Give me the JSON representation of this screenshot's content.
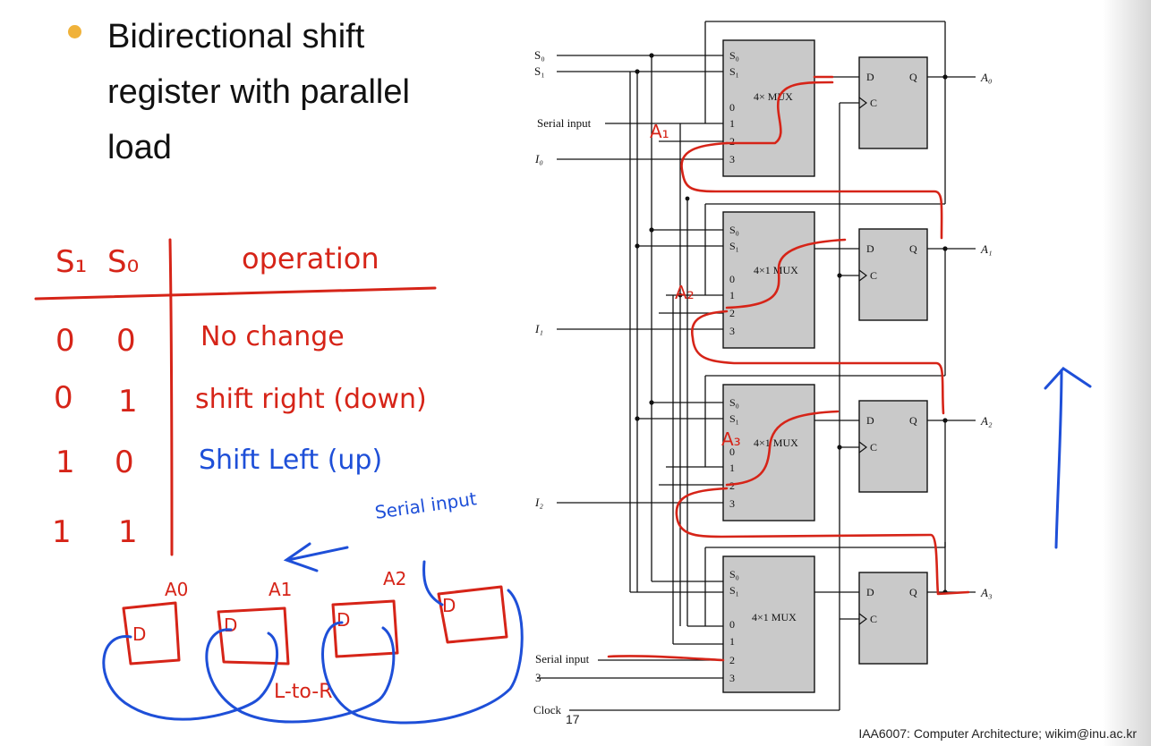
{
  "slide": {
    "bullet": "Bidirectional shift register with parallel load",
    "footer": "IAA6007: Computer Architecture; wikim@inu.ac.kr",
    "page_number": "17"
  },
  "schematic": {
    "inputs": {
      "s0": "S₀",
      "s1": "S₁",
      "serial_input": "Serial input",
      "clock": "Clock"
    },
    "parallel_inputs": [
      "I₀",
      "I₁",
      "I₂",
      "3"
    ],
    "outputs": [
      "A₀",
      "A₁",
      "A₂",
      "A₃"
    ],
    "mux_labels": [
      "4× MUX",
      "4×1 MUX",
      "4×1 MUX",
      "4×1 MUX"
    ],
    "mux_pins": [
      "S₀",
      "S₁",
      "0",
      "1",
      "2",
      "3"
    ],
    "ff_pins": {
      "d": "D",
      "q": "Q",
      "c": "C"
    }
  },
  "annotations": {
    "table_header": {
      "s1": "S₁",
      "s0": "S₀",
      "operation": "operation"
    },
    "table_rows": [
      {
        "s1": "0",
        "s0": "0",
        "operation": "No change"
      },
      {
        "s1": "0",
        "s0": "1",
        "operation": "shift right (down)"
      },
      {
        "s1": "1",
        "s0": "0",
        "operation": "Shift Left (up)"
      },
      {
        "s1": "1",
        "s0": "1",
        "operation": ""
      }
    ],
    "serial_input_note": "Serial input",
    "register_labels": [
      "A0",
      "A1",
      "A2"
    ],
    "direction_note": "L-to-R",
    "mux_input_notes": [
      "A₁",
      "A₂",
      "A₃"
    ],
    "colors": {
      "red": "#d62418",
      "blue": "#1e4fd8"
    }
  }
}
